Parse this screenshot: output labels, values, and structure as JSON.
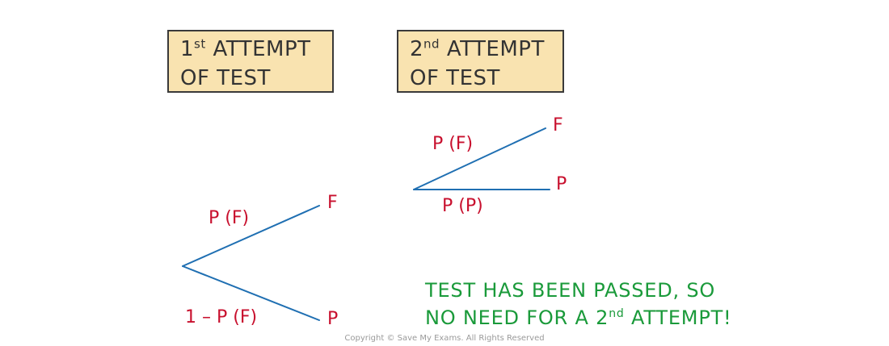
{
  "boxes": {
    "first": {
      "num": "1",
      "sup": "st",
      "line1_rest": " ATTEMPT",
      "line2": "OF TEST"
    },
    "second": {
      "num": "2",
      "sup": "nd",
      "line1_rest": " ATTEMPT",
      "line2": "OF TEST"
    }
  },
  "tree": {
    "first_branch_fail_prob": "P (F)",
    "first_branch_pass_prob": "1 – P (F)",
    "first_fail_outcome": "F",
    "first_pass_outcome": "P",
    "second_branch_fail_prob": "P (F)",
    "second_branch_pass_prob": "P (P)",
    "second_fail_outcome": "F",
    "second_pass_outcome": "P"
  },
  "note": {
    "line1": "TEST HAS BEEN PASSED, SO",
    "line2_pre": "NO NEED FOR A 2",
    "line2_sup": "nd",
    "line2_post": " ATTEMPT!"
  },
  "copyright": "Copyright © Save My Exams. All Rights Reserved",
  "colors": {
    "box_fill": "#f9e3b0",
    "prob_text": "#c8102e",
    "note_text": "#1a9a3a",
    "branch_line": "#1f6fb2"
  }
}
